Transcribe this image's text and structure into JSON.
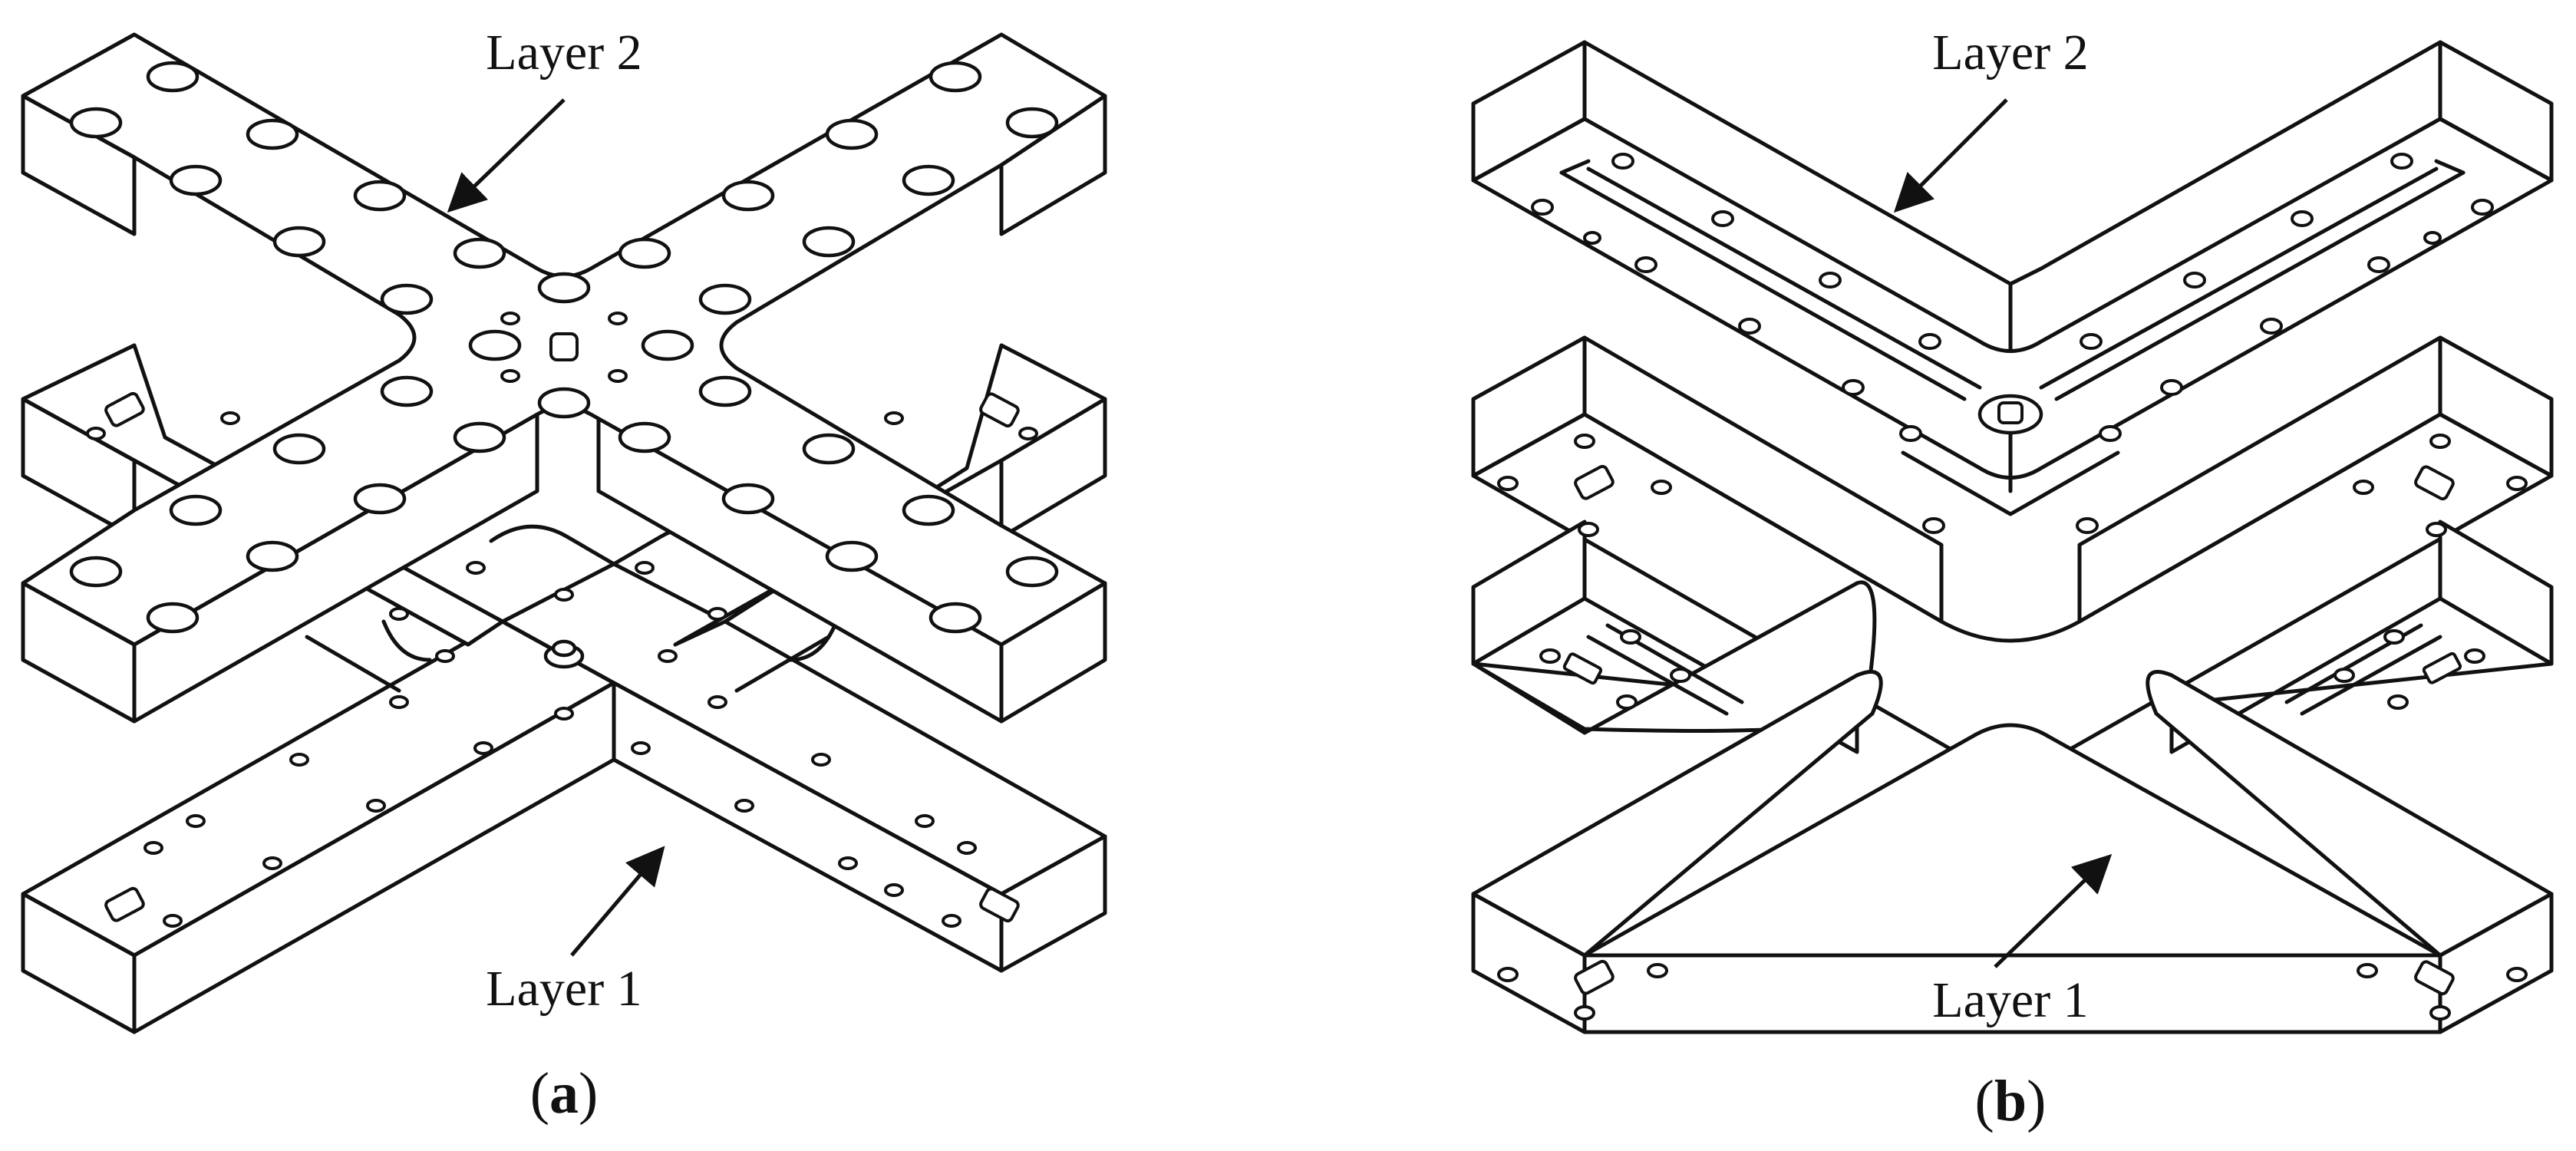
{
  "panel_a": {
    "caption_open": "(",
    "caption_letter": "a",
    "caption_close": ")",
    "label_top": "Layer 2",
    "label_bottom": "Layer 1"
  },
  "panel_b": {
    "caption_open": "(",
    "caption_letter": "b",
    "caption_close": ")",
    "label_top": "Layer 2",
    "label_bottom": "Layer 1"
  },
  "style": {
    "line_color": "#111111",
    "background": "#ffffff"
  }
}
